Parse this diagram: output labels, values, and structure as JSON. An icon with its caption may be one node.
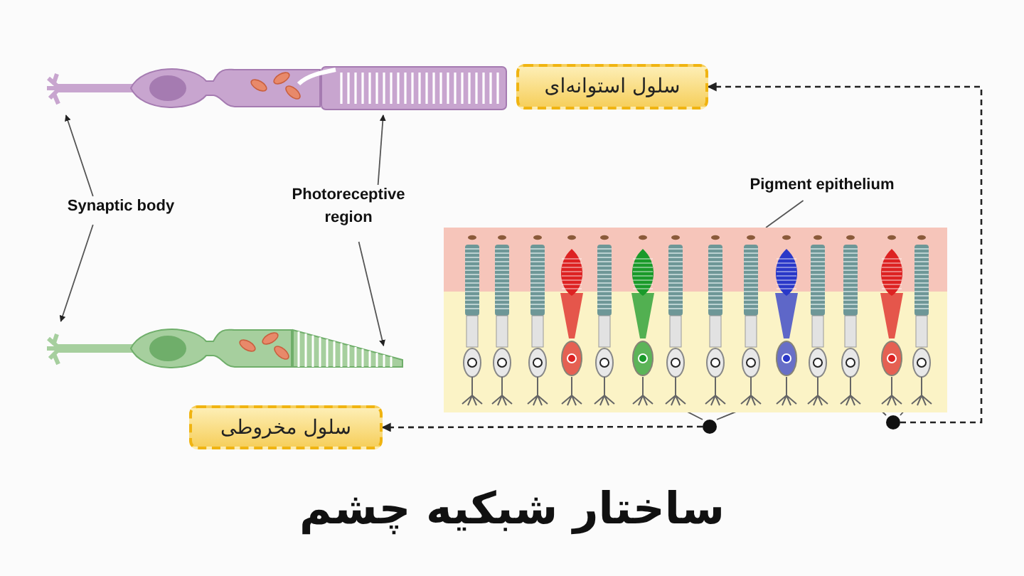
{
  "diagram": {
    "title": "ساختار شبکیه چشم",
    "nodes": [
      {
        "text": [],
        "shape": "picture"
      },
      {
        "text": [],
        "shape": "picture"
      },
      {
        "text": [
          "Synaptic body"
        ]
      },
      {
        "text": [
          "Photoreceptive region"
        ]
      },
      {
        "text": [
          "سلول استوانه‌ای"
        ]
      },
      {
        "text": [
          "سلول مخروطی"
        ]
      },
      {
        "text": [
          "Pigment epithelium"
        ]
      },
      {
        "text": [],
        "shape": "picture"
      },
      {
        "text": [],
        "shape": "circle"
      },
      {
        "text": [],
        "shape": "circle"
      }
    ],
    "edges": [
      {
        "from": 2,
        "to": 0,
        "arrow": "to"
      },
      {
        "from": 2,
        "to": 1,
        "arrow": "to"
      },
      {
        "from": 3,
        "to": 0,
        "arrow": "to"
      },
      {
        "from": 3,
        "to": 1,
        "arrow": "to"
      },
      {
        "from": 6,
        "to": 7,
        "arrow": "none"
      },
      {
        "from": 8,
        "to": 7,
        "arrow": "none"
      },
      {
        "from": 8,
        "to": 7,
        "arrow": "none"
      },
      {
        "from": 9,
        "to": 7,
        "arrow": "none"
      },
      {
        "from": 9,
        "to": 7,
        "arrow": "none"
      },
      {
        "from": 8,
        "to": 5,
        "arrow": "to",
        "style": "dashed"
      },
      {
        "from": 9,
        "to": 4,
        "arrow": "to",
        "style": "dashed"
      }
    ]
  }
}
